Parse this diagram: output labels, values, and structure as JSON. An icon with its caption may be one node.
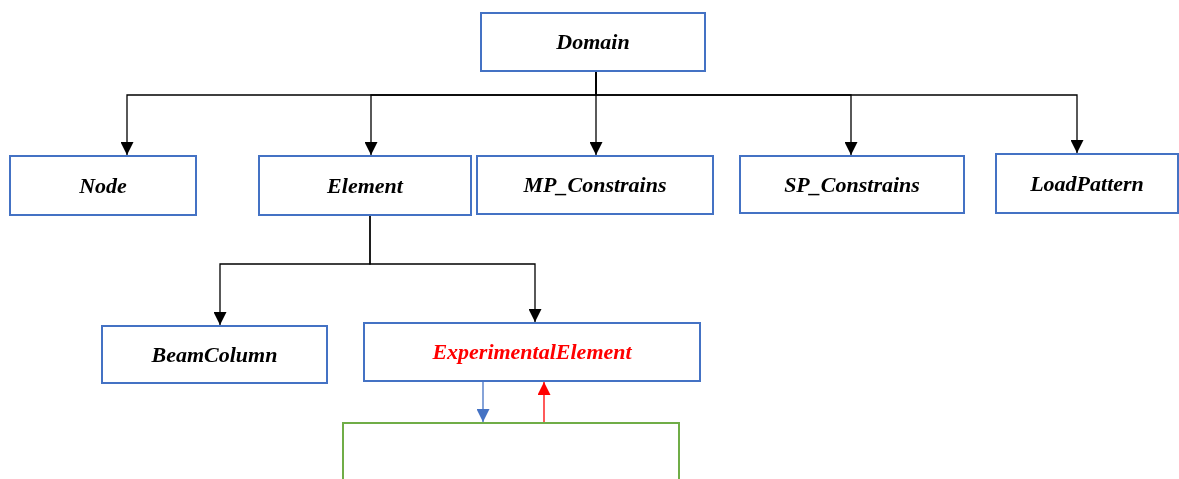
{
  "diagram": {
    "nodes": [
      {
        "text": [
          "Domain"
        ]
      },
      {
        "text": [
          "Node"
        ]
      },
      {
        "text": [
          "Element"
        ]
      },
      {
        "text": [
          "MP_Constrains"
        ]
      },
      {
        "text": [
          "SP_Constrains"
        ]
      },
      {
        "text": [
          "LoadPattern"
        ]
      },
      {
        "text": [
          "BeamColumn"
        ]
      },
      {
        "text": [
          "ExperimentalElement"
        ]
      },
      {
        "text": [],
        "shape": "box"
      }
    ],
    "edges": [
      {
        "from": 0,
        "to": 1,
        "arrow": "to"
      },
      {
        "from": 0,
        "to": 2,
        "arrow": "to"
      },
      {
        "from": 0,
        "to": 3,
        "arrow": "to"
      },
      {
        "from": 0,
        "to": 4,
        "arrow": "to"
      },
      {
        "from": 0,
        "to": 5,
        "arrow": "to"
      },
      {
        "from": 2,
        "to": 6,
        "arrow": "to"
      },
      {
        "from": 2,
        "to": 7,
        "arrow": "to"
      },
      {
        "from": 7,
        "to": 8,
        "arrow": "to",
        "color": "#4472c4"
      },
      {
        "from": 8,
        "to": 7,
        "arrow": "to",
        "color": "#ff0000"
      }
    ]
  }
}
